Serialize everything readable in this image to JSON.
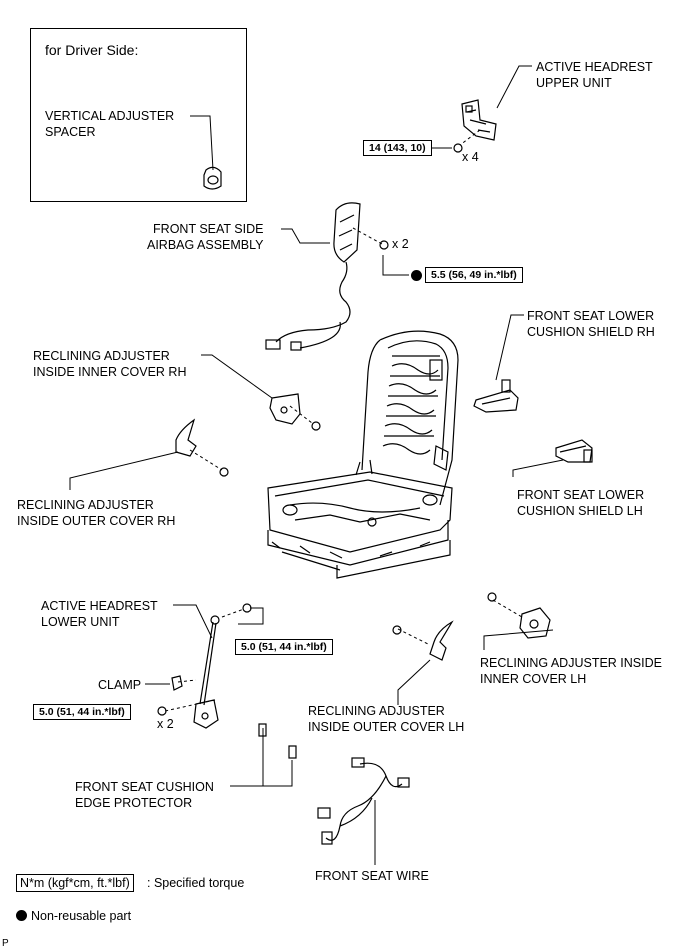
{
  "driver_side": {
    "title": "for Driver Side:",
    "spacer_label": "VERTICAL ADJUSTER\nSPACER"
  },
  "labels": {
    "active_headrest_upper": "ACTIVE HEADREST\nUPPER UNIT",
    "front_seat_side_airbag": "FRONT SEAT SIDE\nAIRBAG ASSEMBLY",
    "lower_cushion_shield_rh": "FRONT SEAT LOWER\nCUSHION SHIELD RH",
    "reclining_inner_cover_rh": "RECLINING ADJUSTER\nINSIDE INNER COVER RH",
    "reclining_outer_cover_rh": "RECLINING ADJUSTER\nINSIDE OUTER COVER RH",
    "lower_cushion_shield_lh": "FRONT SEAT LOWER\nCUSHION SHIELD LH",
    "active_headrest_lower": "ACTIVE HEADREST\nLOWER UNIT",
    "clamp": "CLAMP",
    "reclining_inner_cover_lh": "RECLINING ADJUSTER INSIDE\nINNER COVER LH",
    "reclining_outer_cover_lh": "RECLINING ADJUSTER\nINSIDE OUTER COVER LH",
    "cushion_edge_protector": "FRONT SEAT CUSHION\nEDGE PROTECTOR",
    "front_seat_wire": "FRONT SEAT WIRE"
  },
  "torques": {
    "upper_unit": "14 (143, 10)",
    "airbag": "5.5 (56, 49 in.*lbf)",
    "lower_unit_top": "5.0 (51, 44 in.*lbf)",
    "lower_unit_bottom": "5.0 (51, 44 in.*lbf)"
  },
  "quantities": {
    "upper_unit": "x 4",
    "airbag": "x 2",
    "lower_unit": "x 2"
  },
  "legend": {
    "torque_box": "N*m (kgf*cm, ft.*lbf)",
    "torque_text": ": Specified torque",
    "non_reusable": "Non-reusable part"
  },
  "figure_code": "P"
}
